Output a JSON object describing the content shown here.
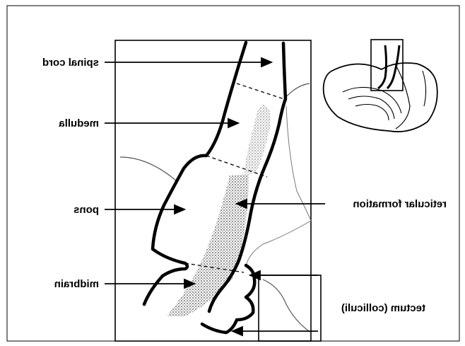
{
  "labels": {
    "spinal_cord": "spinal cord",
    "medulla": "medulla",
    "pons": "pons",
    "midbrain": "midbrain",
    "reticular_formation": "reticular formation",
    "tectum": "tectum (colliculi)"
  }
}
